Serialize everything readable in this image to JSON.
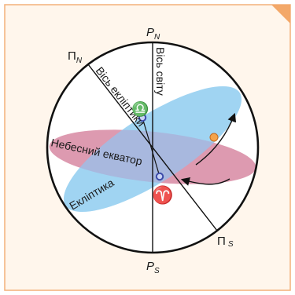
{
  "labels": {
    "north_pole": "P",
    "north_pole_sub": "N",
    "south_pole": "P",
    "south_pole_sub": "S",
    "ecliptic_north_pole": "Π",
    "ecliptic_north_pole_sub": "N",
    "ecliptic_south_pole": "Π",
    "ecliptic_south_pole_sub": "S",
    "world_axis": "Вісь світу",
    "ecliptic_axis": "Вісь екліптики",
    "celestial_equator": "Небесний екватор",
    "ecliptic": "Екліптика",
    "vernal_equinox_symbol": "♈",
    "autumnal_equinox_symbol": "♎"
  },
  "colors": {
    "frame_border": "#f3b07a",
    "background": "#fff6ec",
    "equator_fill": "#ee8a92",
    "ecliptic_fill": "#8fcdf0",
    "sphere_stroke": "#111111",
    "equinox_point": "#3b4aa8",
    "sun": "#f5a34a"
  },
  "icons": {
    "sun": "sun-marker-icon",
    "equinox_point": "equinox-point-icon",
    "rotation_arrow": "curved-arrow-icon"
  }
}
